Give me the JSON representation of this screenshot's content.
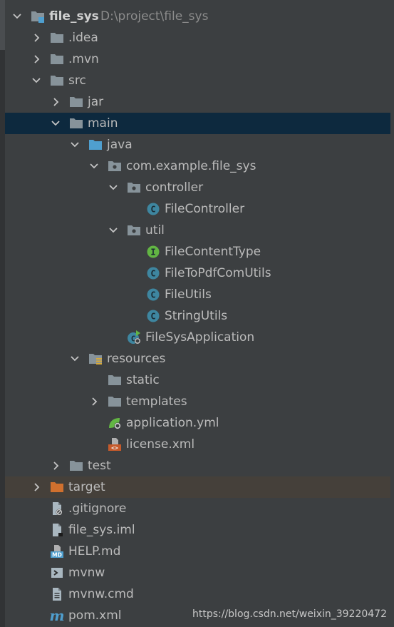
{
  "project": {
    "name": "file_sys",
    "path": "D:\\project\\file_sys"
  },
  "tree": [
    {
      "label": "file_sys",
      "depth": 0,
      "expanded": true,
      "icon": "module-folder-icon"
    },
    {
      "label": ".idea",
      "depth": 1,
      "expanded": false,
      "icon": "folder-icon"
    },
    {
      "label": ".mvn",
      "depth": 1,
      "expanded": false,
      "icon": "folder-icon"
    },
    {
      "label": "src",
      "depth": 1,
      "expanded": true,
      "icon": "folder-icon"
    },
    {
      "label": "jar",
      "depth": 2,
      "expanded": false,
      "icon": "folder-icon"
    },
    {
      "label": "main",
      "depth": 2,
      "expanded": true,
      "icon": "folder-icon",
      "selected": true
    },
    {
      "label": "java",
      "depth": 3,
      "expanded": true,
      "icon": "source-folder-icon"
    },
    {
      "label": "com.example.file_sys",
      "depth": 4,
      "expanded": true,
      "icon": "package-icon"
    },
    {
      "label": "controller",
      "depth": 5,
      "expanded": true,
      "icon": "package-icon"
    },
    {
      "label": "FileController",
      "depth": 6,
      "icon": "class-icon"
    },
    {
      "label": "util",
      "depth": 5,
      "expanded": true,
      "icon": "package-icon"
    },
    {
      "label": "FileContentType",
      "depth": 6,
      "icon": "interface-icon"
    },
    {
      "label": "FileToPdfComUtils",
      "depth": 6,
      "icon": "class-icon"
    },
    {
      "label": "FileUtils",
      "depth": 6,
      "icon": "class-icon"
    },
    {
      "label": "StringUtils",
      "depth": 6,
      "icon": "class-icon"
    },
    {
      "label": "FileSysApplication",
      "depth": 5,
      "icon": "spring-boot-app-icon"
    },
    {
      "label": "resources",
      "depth": 3,
      "expanded": true,
      "icon": "resources-folder-icon"
    },
    {
      "label": "static",
      "depth": 4,
      "icon": "folder-icon"
    },
    {
      "label": "templates",
      "depth": 4,
      "expanded": false,
      "icon": "folder-icon"
    },
    {
      "label": "application.yml",
      "depth": 4,
      "icon": "spring-config-icon"
    },
    {
      "label": "license.xml",
      "depth": 4,
      "icon": "xml-file-icon"
    },
    {
      "label": "test",
      "depth": 2,
      "expanded": false,
      "icon": "folder-icon"
    },
    {
      "label": "target",
      "depth": 1,
      "expanded": false,
      "icon": "excluded-folder-icon",
      "excluded": true
    },
    {
      "label": ".gitignore",
      "depth": 1,
      "icon": "ignore-file-icon"
    },
    {
      "label": "file_sys.iml",
      "depth": 1,
      "icon": "iml-file-icon"
    },
    {
      "label": "HELP.md",
      "depth": 1,
      "icon": "markdown-file-icon"
    },
    {
      "label": "mvnw",
      "depth": 1,
      "icon": "shell-script-icon"
    },
    {
      "label": "mvnw.cmd",
      "depth": 1,
      "icon": "text-file-icon"
    },
    {
      "label": "pom.xml",
      "depth": 1,
      "icon": "maven-icon"
    }
  ],
  "colors": {
    "background": "#3c3f41",
    "selected_row": "#0d293e",
    "excluded_row": "#45403a",
    "folder": "#87939a",
    "source_folder": "#4f9fcf",
    "class": "#3e86a0",
    "interface": "#62b543",
    "excluded_folder": "#d0702e"
  },
  "watermark": "https://blog.csdn.net/weixin_39220472"
}
